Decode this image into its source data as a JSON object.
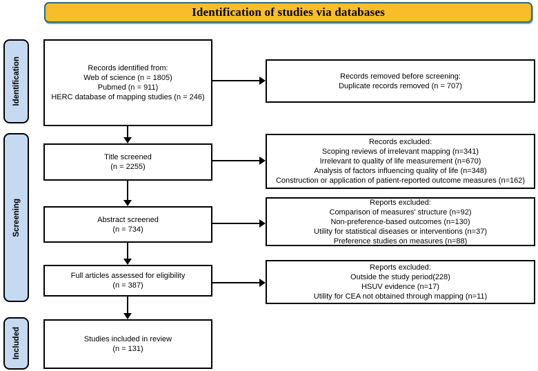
{
  "header": {
    "title": "Identification of studies via databases"
  },
  "stages": {
    "identification": "Identification",
    "screening": "Screening",
    "included": "Included"
  },
  "flow": {
    "records_identified": {
      "lines": [
        "Records identified from:",
        "Web of science (n = 1805)",
        "Pubmed (n = 911)",
        "HERC database of mapping studies (n = 246)"
      ]
    },
    "title_screened": {
      "lines": [
        "Title screened",
        "(n = 2255)"
      ]
    },
    "abstract_screened": {
      "lines": [
        "Abstract screened",
        "(n = 734)"
      ]
    },
    "full_articles": {
      "lines": [
        "Full articles assessed for eligibility",
        "(n = 387)"
      ]
    },
    "studies_included": {
      "lines": [
        "Studies included in review",
        "(n = 131)"
      ]
    },
    "records_removed": {
      "lines": [
        "Records removed before screening:",
        "Duplicate records removed  (n = 707)"
      ]
    },
    "records_excluded": {
      "lines": [
        "Records excluded:",
        "Scoping reviews of irrelevant mapping (n=341)",
        "Irrelevant to quality of life measurement (n=670)",
        "Analysis of factors influencing quality of life (n=348)",
        "Construction or application of patient-reported outcome measures (n=162)"
      ]
    },
    "reports_excluded_abstract": {
      "lines": [
        "Reports excluded:",
        "Comparison of measures' structure (n=92)",
        "Non-preference-based outcomes (n=130)",
        "Utility for statistical diseases or interventions (n=37)",
        "Preference studies on measures (n=88)"
      ]
    },
    "reports_excluded_fulltext": {
      "lines": [
        "Reports excluded:",
        "Outside the study period(228)",
        "HSUV evidence (n=17)",
        "Utility for CEA not obtained through mapping (n=11)"
      ]
    }
  },
  "colors": {
    "banner_fill": "#F7BD2B",
    "banner_border": "#2A6B78",
    "stage_fill": "#C5D9F1",
    "box_border": "#000000",
    "background": "#FFFFFF"
  }
}
